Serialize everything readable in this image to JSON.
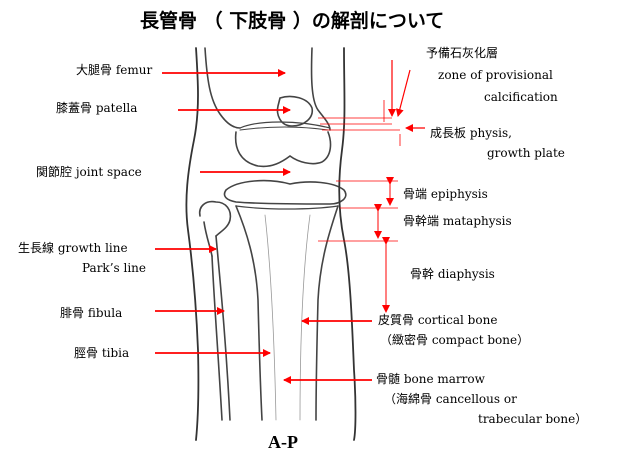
{
  "title": "長管骨 （ 下肢骨 ）の解剖について",
  "view_label": "A-P",
  "colors": {
    "arrow": "#ff0000",
    "bone_outline": "#444444",
    "text": "#000000"
  },
  "left_labels": {
    "femur": "大腿骨  femur",
    "patella": "膝蓋骨  patella",
    "joint_space": "関節腔  joint space",
    "growth_line": "生長線  growth line",
    "parks_line": "Park’s line",
    "fibula": "腓骨  fibula",
    "tibia": "脛骨  tibia"
  },
  "right_labels": {
    "zone_jp": "予備石灰化層",
    "zone_en1": "zone of provisional",
    "zone_en2": "calcification",
    "physis_jp": "成長板  physis,",
    "physis_en2": "growth plate",
    "epiphysis": "骨端  epiphysis",
    "metaphysis": "骨幹端  mataphysis",
    "diaphysis": "骨幹  diaphysis",
    "cortical": "皮質骨  cortical bone",
    "compact": "（緻密骨  compact bone）",
    "marrow": "骨髄  bone marrow",
    "cancellous": "（海綿骨  cancellous or",
    "trabecular": "trabecular bone）"
  }
}
